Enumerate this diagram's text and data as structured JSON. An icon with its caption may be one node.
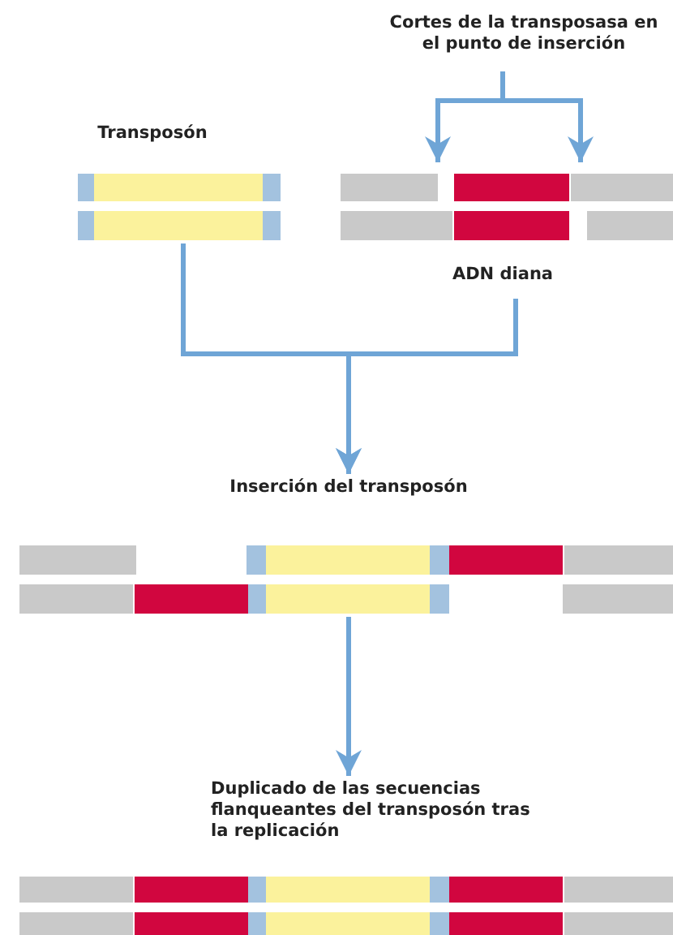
{
  "diagram": {
    "nodes": [
      {
        "text": [
          "Cortes de la transposasa en el punto de inserción"
        ]
      },
      {
        "text": [
          "Transposón"
        ]
      },
      {
        "text": [
          "ADN diana"
        ]
      },
      {
        "text": [
          "Inserción del transposón"
        ]
      },
      {
        "text": [
          "Duplicado de las secuencias flanqueantes del transposón tras la replicación"
        ]
      }
    ],
    "edges": [
      {
        "from": 0,
        "to": 2,
        "arrow": "to"
      },
      {
        "from": 0,
        "to": 2,
        "arrow": "to"
      },
      {
        "from": 1,
        "to": 3,
        "arrow": "to"
      },
      {
        "from": 2,
        "to": 3,
        "arrow": "to"
      },
      {
        "from": 3,
        "to": 4,
        "arrow": "to"
      }
    ]
  }
}
